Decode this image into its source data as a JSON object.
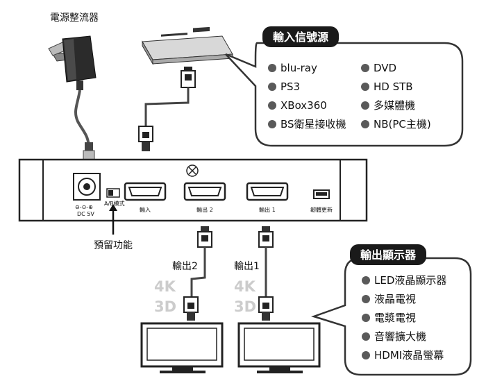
{
  "adapter_label": "電源整流器",
  "reserved_label": "預留功能",
  "input_sources": {
    "title": "輸入信號源",
    "items": [
      "blu-ray",
      "DVD",
      "PS3",
      "HD STB",
      "XBox360",
      "多媒體機",
      "BS衛星接收機",
      "NB(PC主機)"
    ]
  },
  "output_displays": {
    "title": "輸出顯示器",
    "items": [
      "LED液晶顯示器",
      "液晶電視",
      "電漿電視",
      "音響擴大機",
      "HDMI液晶螢幕"
    ]
  },
  "device": {
    "dc_label": "DC 5V",
    "ab_label": "A/B模式",
    "port_input": "輸入",
    "port_output2": "輸出 2",
    "port_output1": "輸出 1",
    "port_update": "韌體更新"
  },
  "outputs": {
    "out2_label": "輸出2",
    "out1_label": "輸出1",
    "badge_4k": "4K",
    "badge_3d": "3D"
  },
  "colors": {
    "bullet": "#5a5a5a",
    "title_bg": "#1a1a1a",
    "panel_border": "#333333"
  }
}
